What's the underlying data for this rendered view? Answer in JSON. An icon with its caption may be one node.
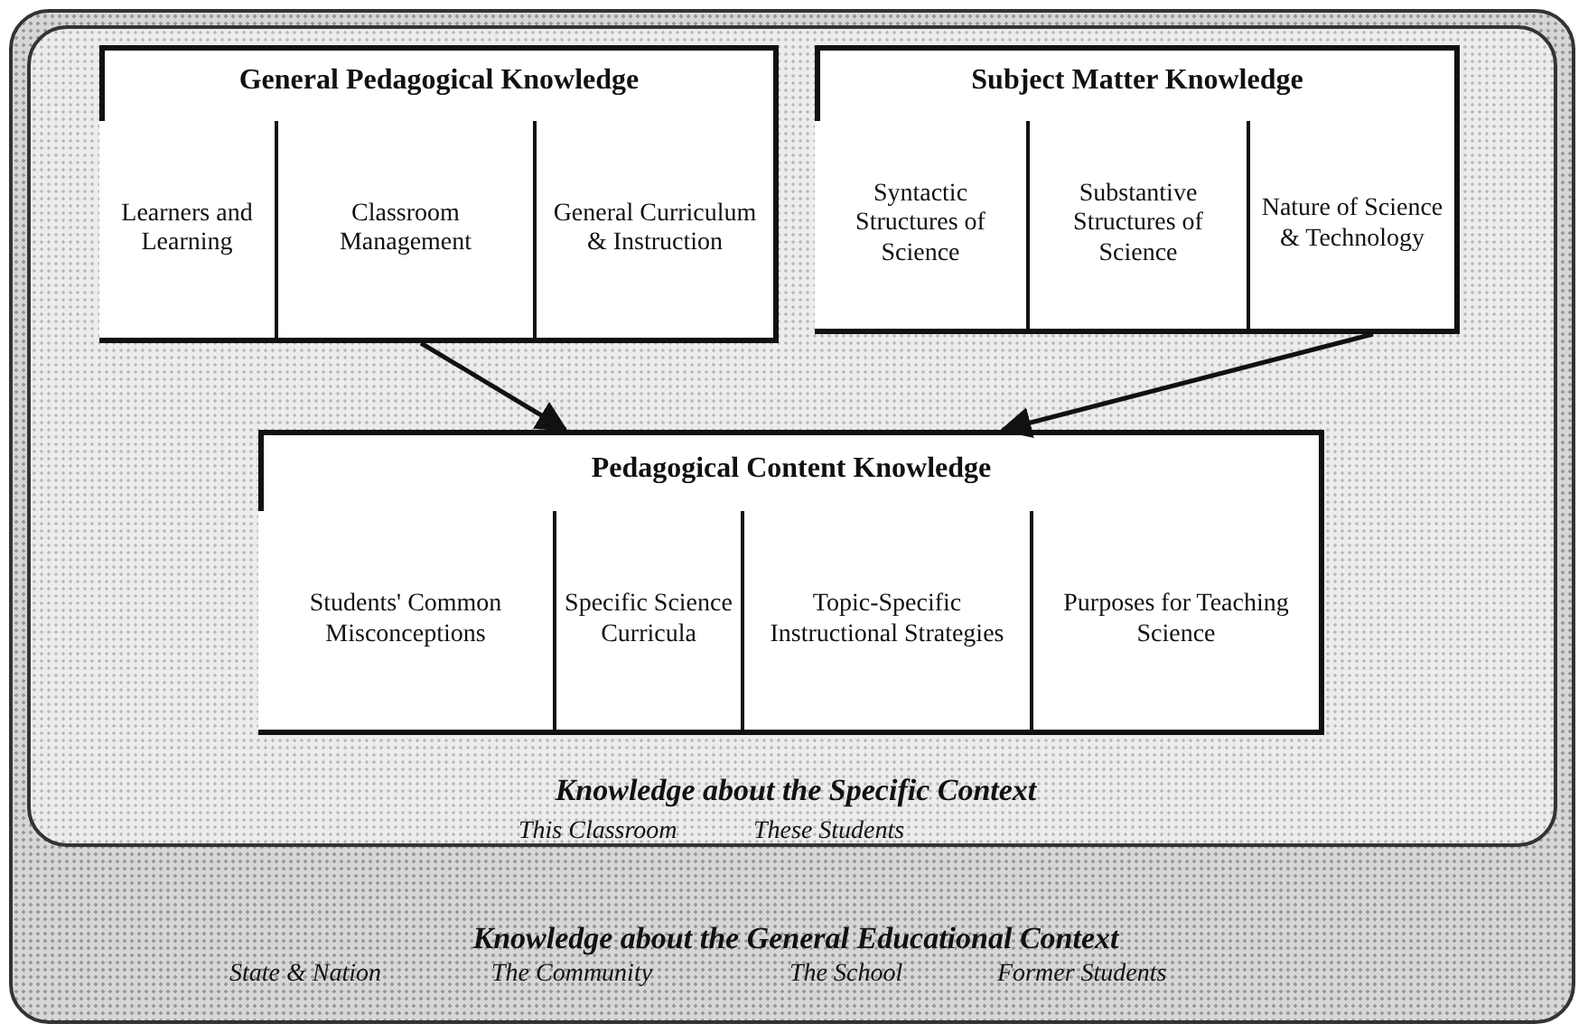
{
  "diagram": {
    "nodes": [
      {
        "text": [
          "Knowledge about the General Educational Context",
          "State & Nation",
          "The Community",
          "The School",
          "Former Students"
        ]
      },
      {
        "text": [
          "Knowledge about the Specific Context",
          "This Classroom",
          "These Students"
        ],
        "in": 0
      },
      {
        "text": [
          "General Pedagogical Knowledge"
        ],
        "in": 1
      },
      {
        "text": [
          "Learners and Learning"
        ],
        "in": 2
      },
      {
        "text": [
          "Classroom Management"
        ],
        "in": 2
      },
      {
        "text": [
          "General Curriculum & Instruction"
        ],
        "in": 2
      },
      {
        "text": [
          "Subject Matter Knowledge"
        ],
        "in": 1
      },
      {
        "text": [
          "Syntactic Structures of Science"
        ],
        "in": 6
      },
      {
        "text": [
          "Substantive Structures of Science"
        ],
        "in": 6
      },
      {
        "text": [
          "Nature of Science & Technology"
        ],
        "in": 6
      },
      {
        "text": [
          "Pedagogical Content Knowledge"
        ],
        "in": 1
      },
      {
        "text": [
          "Students' Common Misconceptions"
        ],
        "in": 10
      },
      {
        "text": [
          "Specific Science Curricula"
        ],
        "in": 10
      },
      {
        "text": [
          "Topic-Specific Instructional Strategies"
        ],
        "in": 10
      },
      {
        "text": [
          "Purposes for Teaching Science"
        ],
        "in": 10
      }
    ],
    "edges": [
      {
        "from": 2,
        "to": 10,
        "arrow": "to"
      },
      {
        "from": 6,
        "to": 10,
        "arrow": "to"
      }
    ]
  }
}
